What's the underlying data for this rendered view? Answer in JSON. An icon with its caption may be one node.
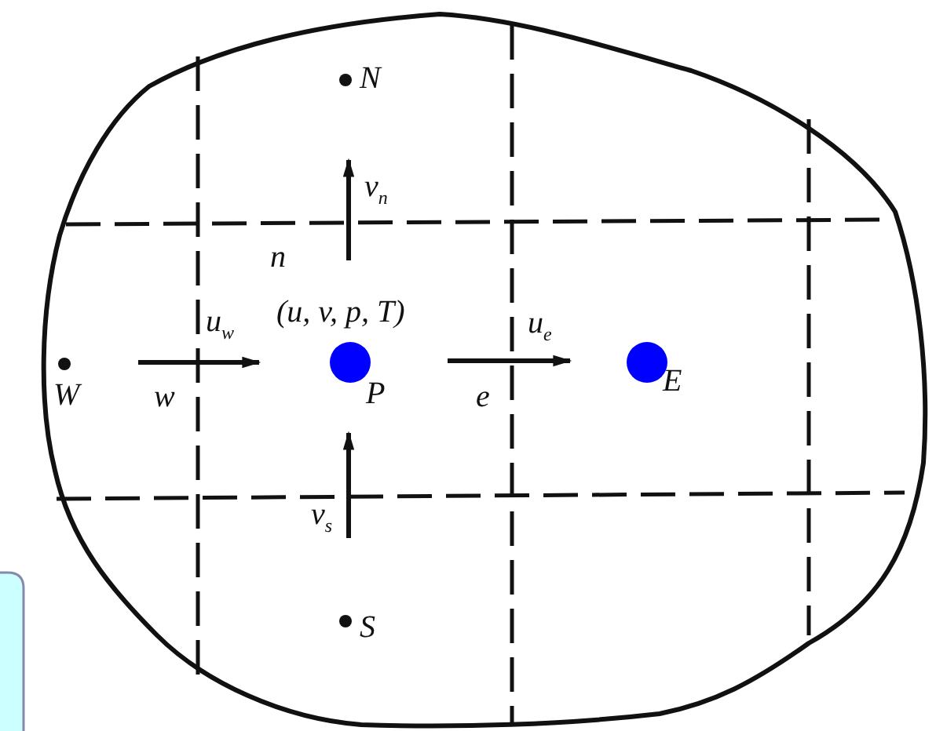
{
  "diagram": {
    "labels": [
      "N",
      "v$_{n}$",
      "n",
      "u$_{w}$",
      "(u, v, p, T)",
      "u$_{e}$",
      "W",
      "w",
      "P",
      "e",
      "E",
      "v$_{s}$",
      "S"
    ]
  }
}
